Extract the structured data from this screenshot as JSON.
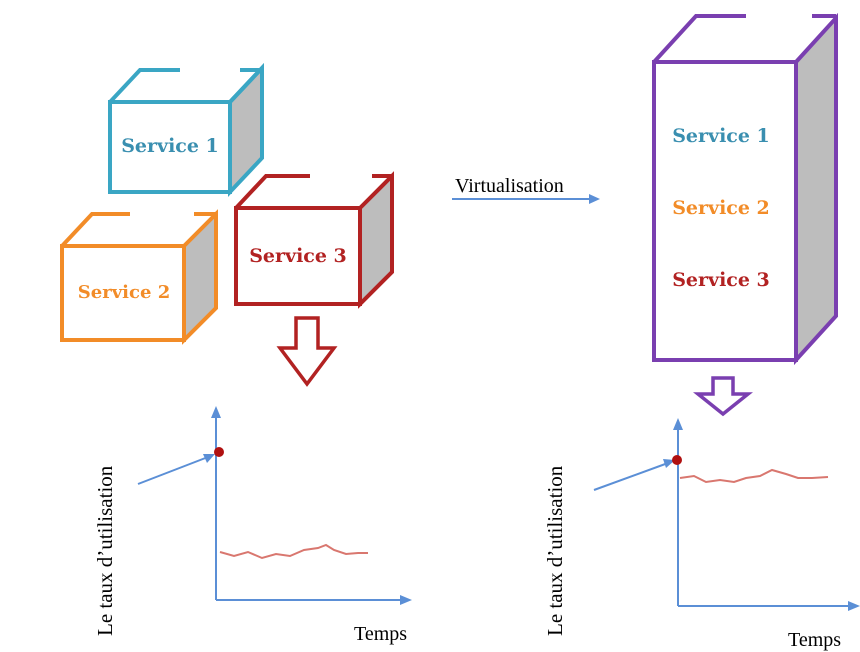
{
  "arrow_label": "Virtualisation",
  "left": {
    "boxes": [
      {
        "label": "Service 1",
        "color": "#3aa6c4"
      },
      {
        "label": "Service 2",
        "color": "#f28c28"
      },
      {
        "label": "Service 3",
        "color": "#b22222"
      }
    ],
    "chart": {
      "ylabel": "Le taux d’utilisation",
      "xlabel": "Temps"
    }
  },
  "right": {
    "server_color": "#7a3fb0",
    "services": [
      {
        "label": "Service 1",
        "color": "#3a8fb0"
      },
      {
        "label": "Service 2",
        "color": "#f28c28"
      },
      {
        "label": "Service 3",
        "color": "#b22222"
      }
    ],
    "chart": {
      "ylabel": "Le taux d’utilisation",
      "xlabel": "Temps"
    }
  },
  "colors": {
    "axis": "#5b8fd6",
    "curve": "#d9776f",
    "dot": "#b01010",
    "side_face": "#bdbdbd"
  }
}
